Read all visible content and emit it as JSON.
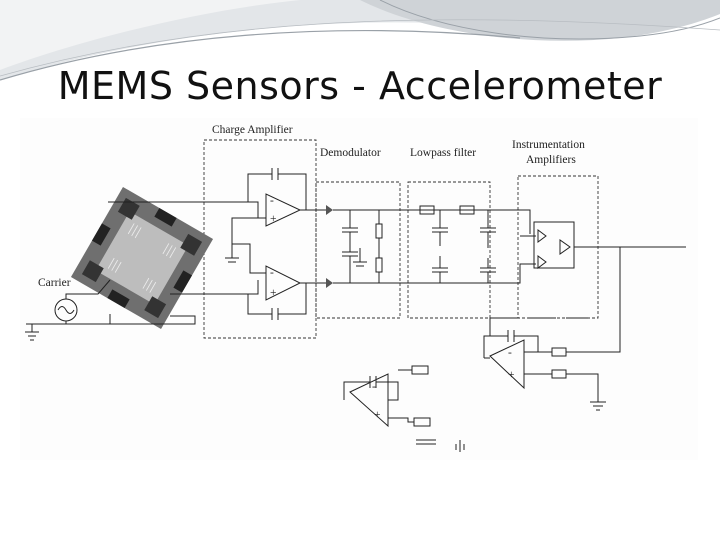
{
  "slide": {
    "title": "MEMS Sensors - Accelerometer"
  },
  "diagram": {
    "labels": {
      "charge_amplifier": "Charge Amplifier",
      "demodulator": "Demodulator",
      "lowpass_filter": "Lowpass filter",
      "instrumentation_line1": "Instrumentation",
      "instrumentation_line2": "Amplifiers",
      "carrier": "Carrier"
    },
    "op_amp_signs": {
      "minus": "-",
      "plus": "+"
    }
  },
  "colors": {
    "swoosh_light": "#e3e6e9",
    "swoosh_mid": "#c9ced3",
    "swoosh_dark": "#9aa1a8",
    "title": "#111111"
  }
}
